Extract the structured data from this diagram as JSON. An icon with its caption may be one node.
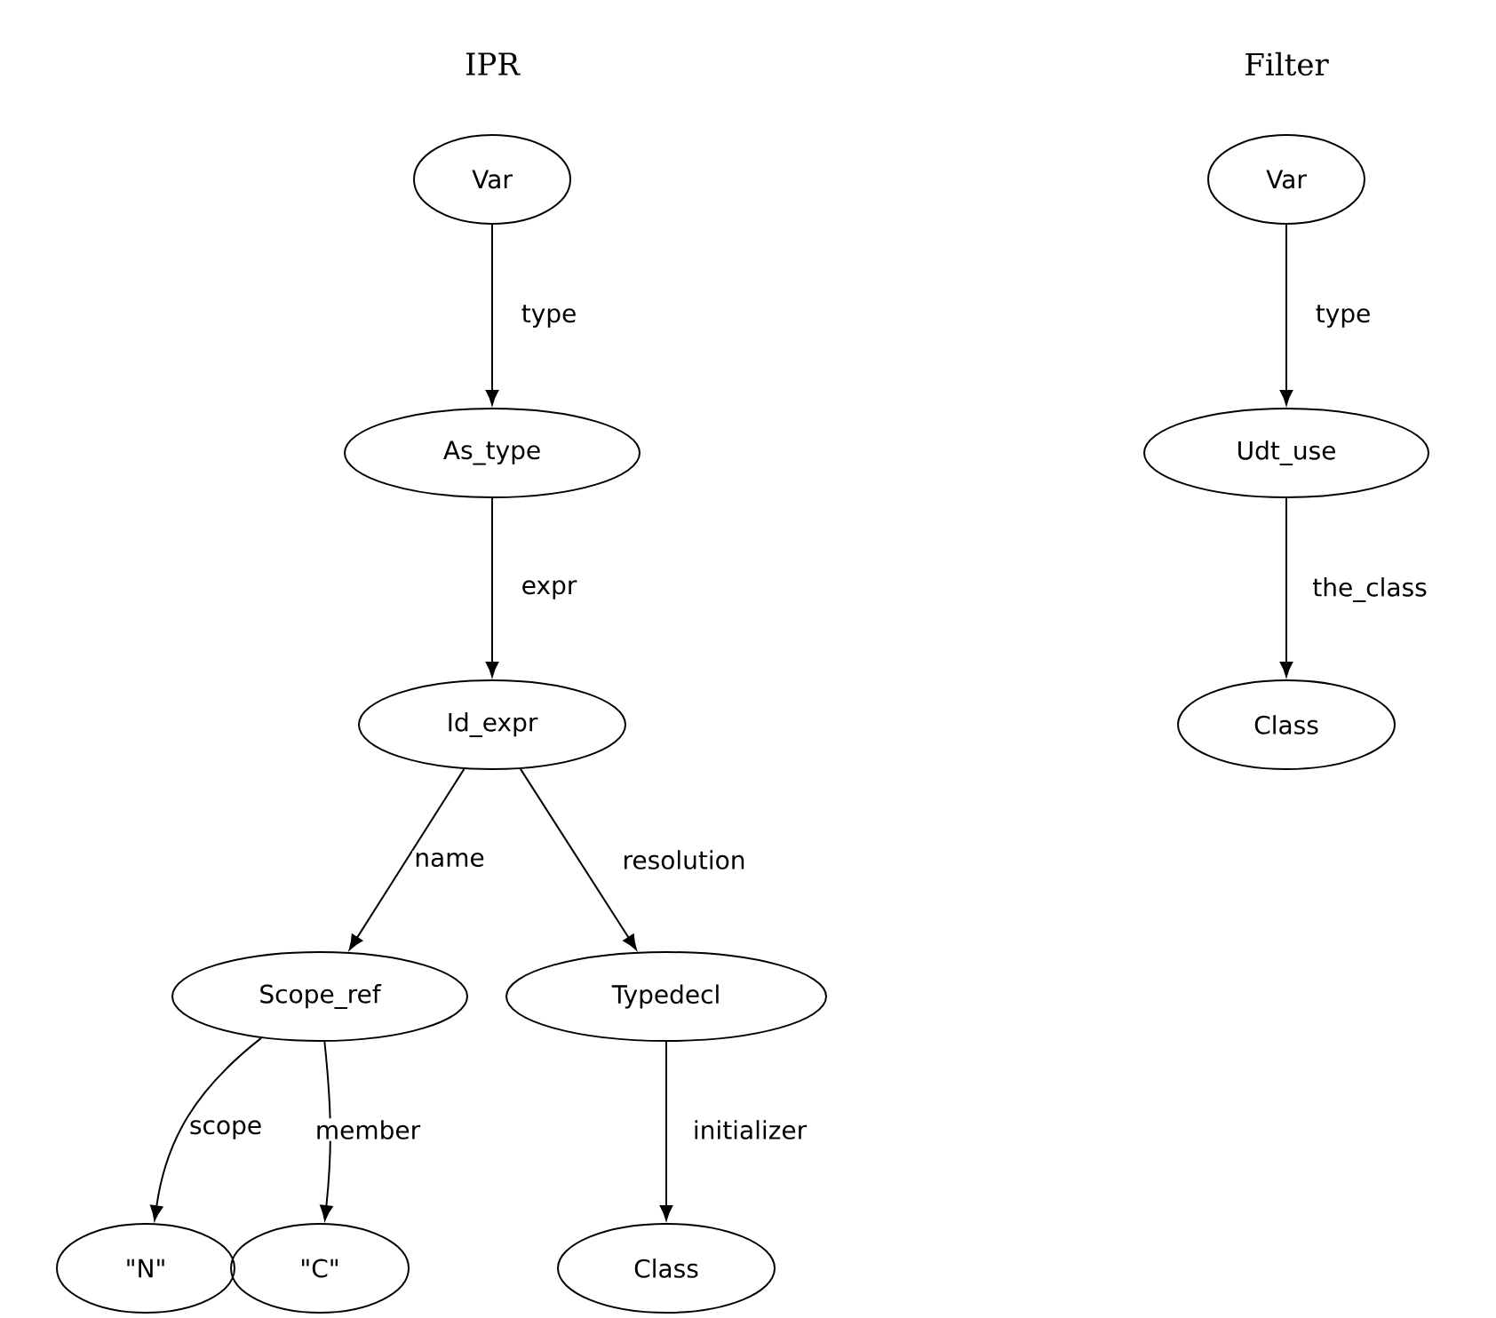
{
  "diagram": {
    "nodes": [
      {
        "text": [
          "Var"
        ]
      },
      {
        "text": [
          "As_type"
        ]
      },
      {
        "text": [
          "Id_expr"
        ]
      },
      {
        "text": [
          "Scope_ref"
        ]
      },
      {
        "text": [
          "Typedecl"
        ]
      },
      {
        "text": [
          "\"N\""
        ]
      },
      {
        "text": [
          "\"C\""
        ]
      },
      {
        "text": [
          "Class"
        ]
      },
      {
        "text": [
          "Var"
        ]
      },
      {
        "text": [
          "Udt_use"
        ]
      },
      {
        "text": [
          "Class"
        ]
      }
    ],
    "edges": [
      {
        "from": 0,
        "to": 1,
        "arrow": "to",
        "label": "type"
      },
      {
        "from": 1,
        "to": 2,
        "arrow": "to",
        "label": "expr"
      },
      {
        "from": 2,
        "to": 3,
        "arrow": "to",
        "label": "name"
      },
      {
        "from": 2,
        "to": 4,
        "arrow": "to",
        "label": "resolution"
      },
      {
        "from": 3,
        "to": 5,
        "arrow": "to",
        "label": "scope"
      },
      {
        "from": 3,
        "to": 6,
        "arrow": "to",
        "label": "member"
      },
      {
        "from": 4,
        "to": 7,
        "arrow": "to",
        "label": "initializer"
      },
      {
        "from": 8,
        "to": 9,
        "arrow": "to",
        "label": "type"
      },
      {
        "from": 9,
        "to": 10,
        "arrow": "to",
        "label": "the_class"
      }
    ],
    "labels": [
      "IPR",
      "Filter"
    ]
  }
}
